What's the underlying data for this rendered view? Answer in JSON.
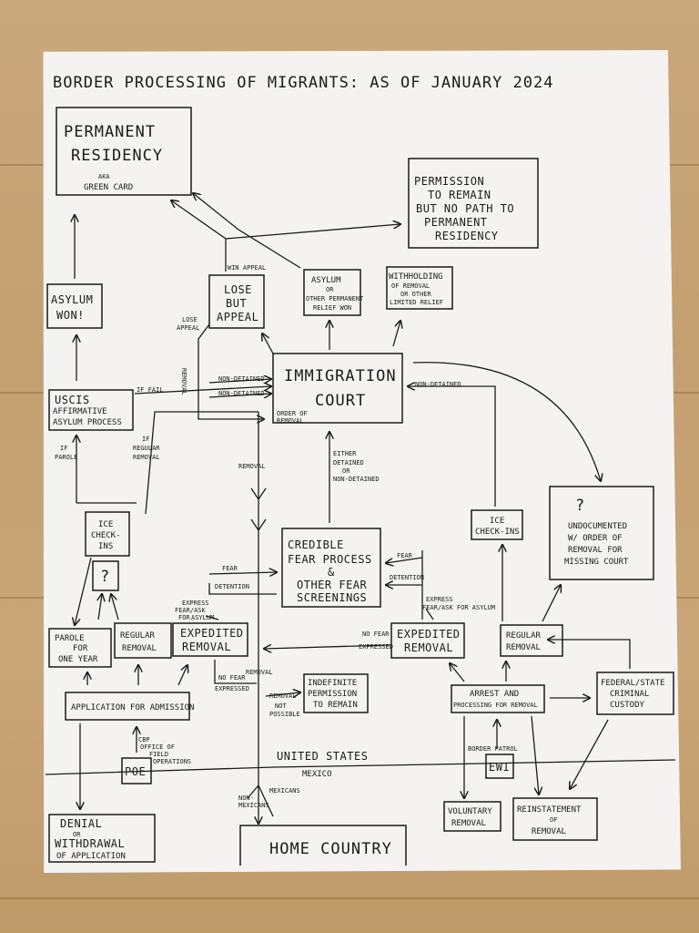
{
  "title": "BORDER PROCESSING OF MIGRANTS: AS OF JANUARY 2024",
  "nodes": {
    "permanent_residency": {
      "l1": "PERMANENT",
      "l2": "RESIDENCY",
      "l3": "AKA",
      "l4": "GREEN CARD"
    },
    "permission_to_remain": {
      "l1": "PERMISSION",
      "l2": "TO REMAIN",
      "l3": "BUT NO PATH TO",
      "l4": "PERMANENT",
      "l5": "RESIDENCY"
    },
    "asylum_won": {
      "l1": "ASYLUM",
      "l2": "WON!"
    },
    "lose_but_appeal": {
      "l1": "LOSE",
      "l2": "BUT",
      "l3": "APPEAL"
    },
    "asylum_relief": {
      "l1": "ASYLUM",
      "l2": "OR",
      "l3": "OTHER PERMANENT",
      "l4": "RELIEF WON"
    },
    "withholding": {
      "l1": "WITHHOLDING",
      "l2": "OF REMOVAL",
      "l3": "OR OTHER",
      "l4": "LIMITED RELIEF"
    },
    "uscis": {
      "l1": "USCIS",
      "l2": "AFFIRMATIVE",
      "l3": "ASYLUM PROCESS"
    },
    "immigration_court": {
      "l1": "IMMIGRATION",
      "l2": "COURT"
    },
    "ice_checkins_left": {
      "l1": "ICE",
      "l2": "CHECK-",
      "l3": "INS"
    },
    "question_box": {
      "l1": "?"
    },
    "credible_fear": {
      "l1": "CREDIBLE",
      "l2": "FEAR PROCESS",
      "l3": "&",
      "l4": "OTHER FEAR",
      "l5": "SCREENINGS"
    },
    "ice_checkins_right": {
      "l1": "ICE",
      "l2": "CHECK-INS"
    },
    "undocumented": {
      "l1": "?",
      "l2": "UNDOCUMENTED",
      "l3": "W/ ORDER OF",
      "l4": "REMOVAL FOR",
      "l5": "MISSING COURT"
    },
    "parole": {
      "l1": "PAROLE",
      "l2": "FOR",
      "l3": "ONE YEAR"
    },
    "regular_removal_left": {
      "l1": "REGULAR",
      "l2": "REMOVAL"
    },
    "expedited_removal_left": {
      "l1": "EXPEDITED",
      "l2": "REMOVAL"
    },
    "expedited_removal_right": {
      "l1": "EXPEDITED",
      "l2": "REMOVAL"
    },
    "regular_removal_right": {
      "l1": "REGULAR",
      "l2": "REMOVAL"
    },
    "indefinite_permission": {
      "l1": "INDEFINITE",
      "l2": "PERMISSION",
      "l3": "TO REMAIN"
    },
    "application_admission": {
      "l1": "APPLICATION FOR ADMISSION"
    },
    "arrest_processing": {
      "l1": "ARREST AND",
      "l2": "PROCESSING FOR REMOVAL"
    },
    "federal_custody": {
      "l1": "FEDERAL/STATE",
      "l2": "CRIMINAL",
      "l3": "CUSTODY"
    },
    "poe": {
      "l1": "POE"
    },
    "ewi": {
      "l1": "EWI"
    },
    "denial": {
      "l1": "DENIAL",
      "l2": "OR",
      "l3": "WITHDRAWAL",
      "l4": "OF APPLICATION"
    },
    "voluntary_removal": {
      "l1": "VOLUNTARY",
      "l2": "REMOVAL"
    },
    "reinstatement": {
      "l1": "REINSTATEMENT",
      "l2": "OF",
      "l3": "REMOVAL"
    },
    "home_country": {
      "l1": "HOME COUNTRY"
    }
  },
  "edge_labels": {
    "win_appeal": "WIN APPEAL",
    "lose_appeal_a": "LOSE",
    "lose_appeal_b": "APPEAL",
    "removal_left": "REMOVAL",
    "if_fail": "IF FAIL",
    "non_detained_1": "NON-DETAINED",
    "non_detained_2": "NON-DETAINED",
    "non_detained_right": "NON-DETAINED",
    "order_of": "ORDER OF",
    "removal_small": "REMOVAL",
    "if_parole_a": "IF",
    "if_parole_b": "PAROLE",
    "if_regular_a": "IF",
    "if_regular_b": "REGULAR",
    "if_regular_c": "REMOVAL",
    "removal_center": "REMOVAL",
    "either_a": "EITHER",
    "either_b": "DETAINED",
    "either_c": "OR",
    "either_d": "NON-DETAINED",
    "fear_left": "FEAR",
    "detention_left": "DETENTION",
    "fear_right": "FEAR",
    "detention_right": "DETENTION",
    "express_left_a": "EXPRESS",
    "express_left_b": "FEAR/ASK",
    "express_left_c": "FOR",
    "express_left_d": "ASYLUM",
    "express_right_a": "EXPRESS",
    "express_right_b": "FEAR/ASK FOR ASYLUM",
    "no_fear_left_a": "NO FEAR",
    "no_fear_left_b": "EXPRESSED",
    "removal_nofear": "REMOVAL",
    "no_fear_right_a": "NO FEAR",
    "no_fear_right_b": "EXPRESSED",
    "removal_np_a": "REMOVAL",
    "removal_np_b": "NOT",
    "removal_np_c": "POSSIBLE",
    "cbp_a": "CBP",
    "cbp_b": "OFFICE OF",
    "cbp_c": "FIELD",
    "cbp_d": "OPERATIONS",
    "border_patrol": "BORDER PATROL",
    "united_states": "UNITED STATES",
    "mexico": "MEXICO",
    "non_mexicans_a": "NON-",
    "non_mexicans_b": "MEXICANS",
    "mexicans": "MEXICANS"
  }
}
